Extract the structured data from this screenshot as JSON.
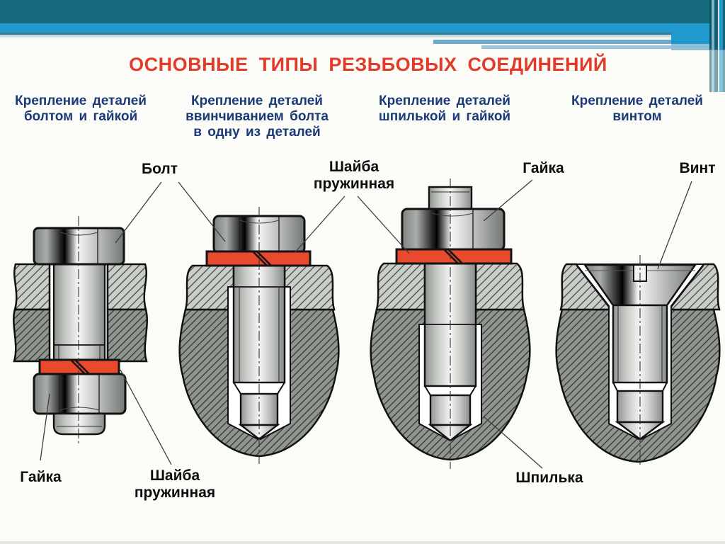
{
  "slide": {
    "title": "ОСНОВНЫЕ ТИПЫ РЕЗЬБОВЫХ СОЕДИНЕНИЙ",
    "columns": [
      {
        "line1": "Крепление деталей",
        "line2": "болтом  и  гайкой",
        "line3": ""
      },
      {
        "line1": "Крепление  деталей",
        "line2": "ввинчиванием  болта",
        "line3": "в одну из деталей"
      },
      {
        "line1": "Крепление деталей",
        "line2": "шпилькой и гайкой",
        "line3": ""
      },
      {
        "line1": "Крепление деталей",
        "line2": "винтом",
        "line3": ""
      }
    ],
    "callout_labels": {
      "bolt": "Болт",
      "spring_washer_top": "Шайба\nпружинная",
      "nut_top": "Гайка",
      "screw": "Винт",
      "nut_bottom": "Гайка",
      "spring_washer_bottom": "Шайба\nпружинная",
      "stud": "Шпилька"
    },
    "colors": {
      "banner_teal": "#17697e",
      "banner_blue": "#2099cf",
      "title_red": "#e23b2a",
      "heading_blue": "#1b3a77",
      "washer_red": "#e94a2e"
    }
  }
}
